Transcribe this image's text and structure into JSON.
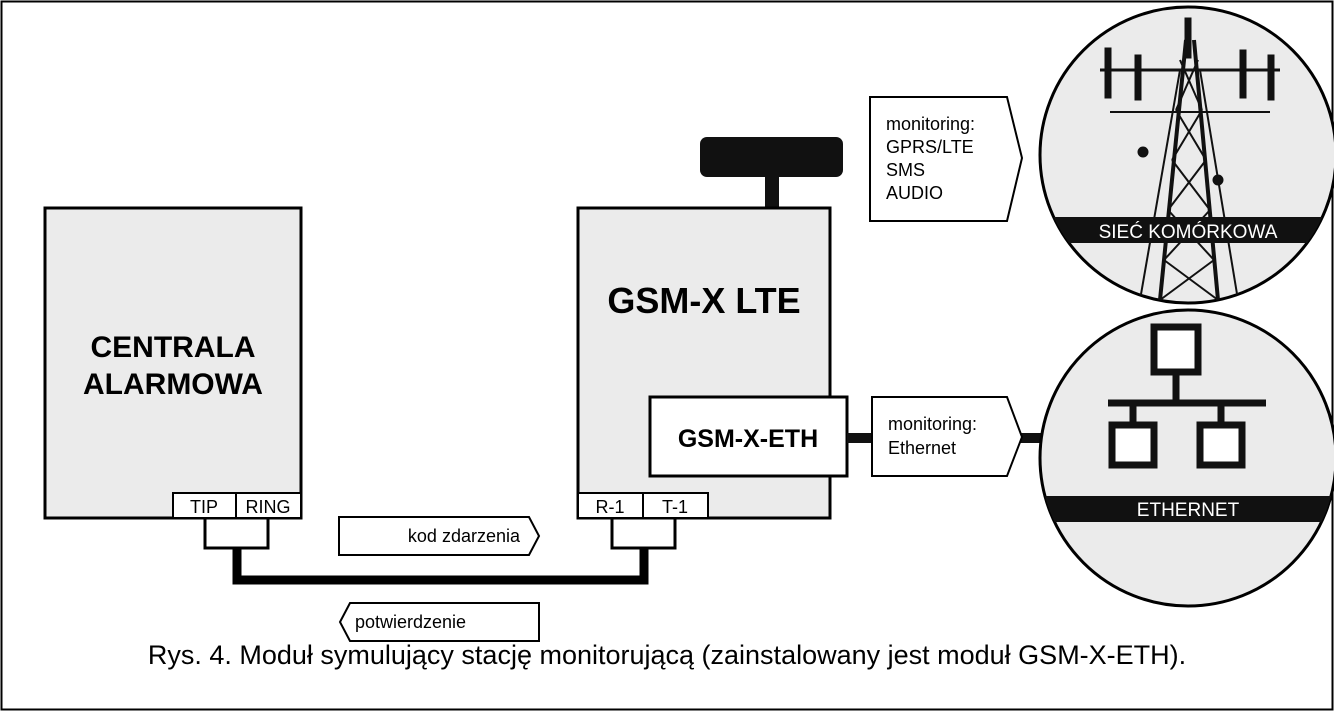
{
  "panel": {
    "line1": "CENTRALA",
    "line2": "ALARMOWA",
    "terminal_tip": "TIP",
    "terminal_ring": "RING"
  },
  "module": {
    "name": "GSM-X LTE",
    "terminal_r1": "R-1",
    "terminal_t1": "T-1"
  },
  "eth_module": {
    "name": "GSM-X-ETH"
  },
  "messages": {
    "event_code": "kod zdarzenia",
    "confirmation": "potwierdzenie"
  },
  "cellular_monitoring": {
    "line1": "monitoring:",
    "line2": "GPRS/LTE",
    "line3": "SMS",
    "line4": "AUDIO"
  },
  "ethernet_monitoring": {
    "line1": "monitoring:",
    "line2": "Ethernet"
  },
  "cellular_network": {
    "label": "SIEĆ KOMÓRKOWA"
  },
  "ethernet_network": {
    "label": "ETHERNET"
  },
  "caption": "Rys. 4. Moduł symulujący stację monitorującą (zainstalowany jest moduł GSM-X-ETH)."
}
